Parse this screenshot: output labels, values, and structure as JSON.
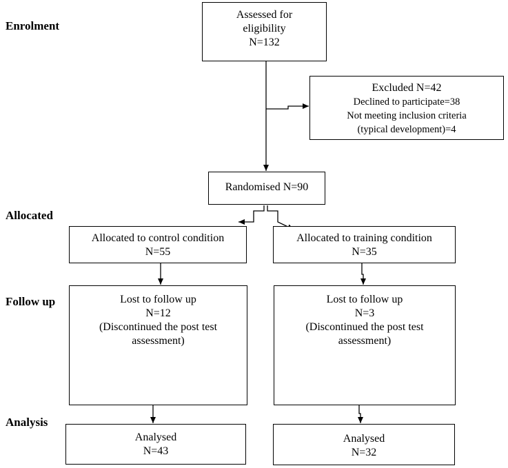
{
  "stages": {
    "enrolment": "Enrolment",
    "allocated": "Allocated",
    "follow_up": "Follow up",
    "analysis": "Analysis"
  },
  "assessed": {
    "line1": "Assessed for",
    "line2": "eligibility",
    "line3": "N=132"
  },
  "excluded": {
    "line1": "Excluded N=42",
    "line2": "Declined to participate=38",
    "line3": "Not meeting inclusion criteria",
    "line4": "(typical development)=4"
  },
  "randomised": {
    "line1": "Randomised N=90"
  },
  "control": {
    "line1": "Allocated to control condition",
    "line2": "N=55"
  },
  "training": {
    "line1": "Allocated to training condition",
    "line2": "N=35"
  },
  "control_followup": {
    "line1": "Lost to follow up",
    "line2": "N=12",
    "line3": "(Discontinued the post test",
    "line4": "assessment)"
  },
  "training_followup": {
    "line1": "Lost to follow up",
    "line2": "N=3",
    "line3": "(Discontinued the post test",
    "line4": "assessment)"
  },
  "control_analysis": {
    "line1": "Analysed",
    "line2": "N=43"
  },
  "training_analysis": {
    "line1": "Analysed",
    "line2": "N=32"
  }
}
